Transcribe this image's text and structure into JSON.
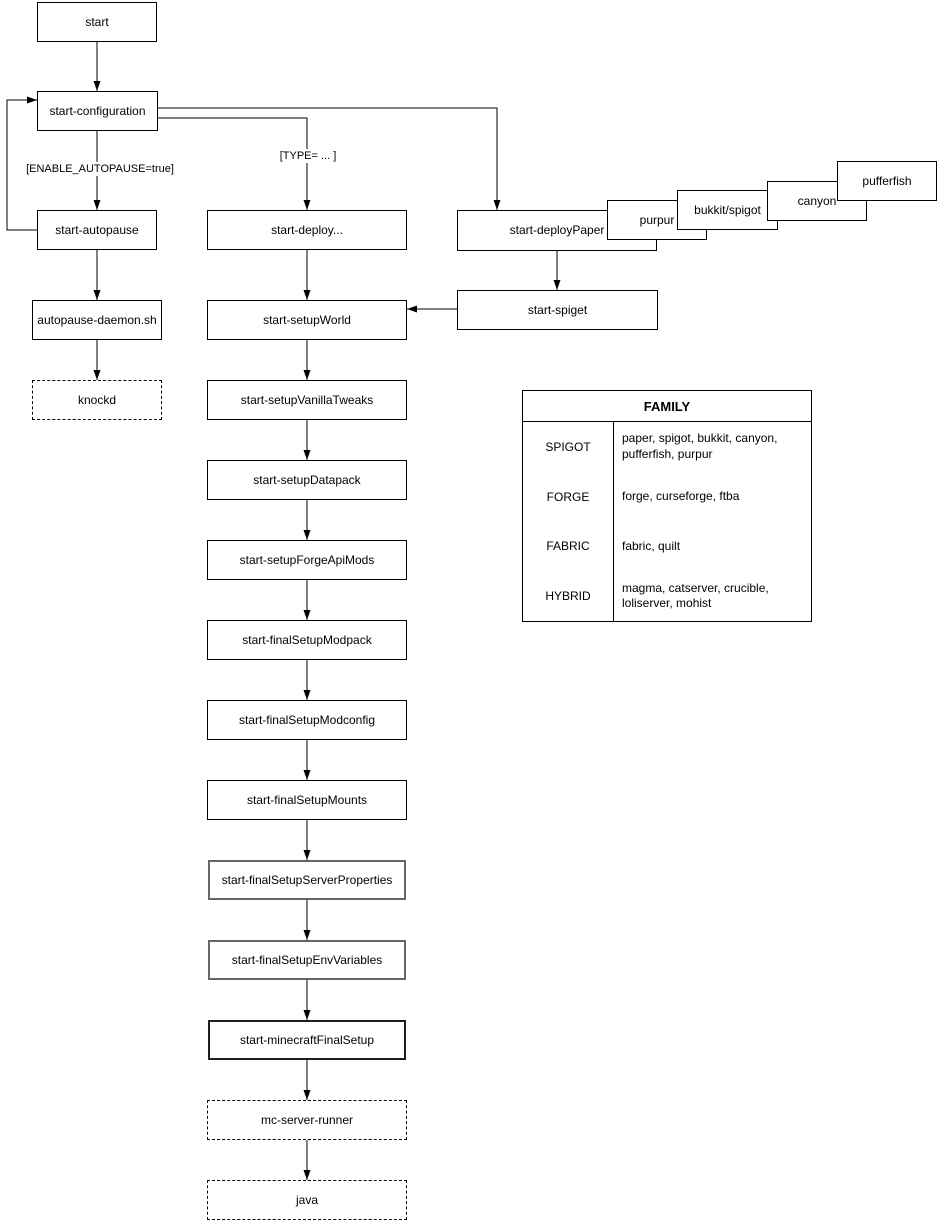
{
  "nodes": {
    "start": "start",
    "start_configuration": "start-configuration",
    "start_autopause": "start-autopause",
    "autopause_daemon": "autopause-daemon.sh",
    "knockd": "knockd",
    "start_deploy": "start-deploy...",
    "start_setupWorld": "start-setupWorld",
    "start_setupVanillaTweaks": "start-setupVanillaTweaks",
    "start_setupDatapack": "start-setupDatapack",
    "start_setupForgeApiMods": "start-setupForgeApiMods",
    "start_finalSetupModpack": "start-finalSetupModpack",
    "start_finalSetupModconfig": "start-finalSetupModconfig",
    "start_finalSetupMounts": "start-finalSetupMounts",
    "start_finalSetupServerProperties": "start-finalSetupServerProperties",
    "start_finalSetupEnvVariables": "start-finalSetupEnvVariables",
    "start_minecraftFinalSetup": "start-minecraftFinalSetup",
    "mc_server_runner": "mc-server-runner",
    "java": "java",
    "start_deployPaper": "start-deployPaper",
    "start_spiget": "start-spiget",
    "purpur": "purpur",
    "bukkit_spigot": "bukkit/spigot",
    "canyon": "canyon",
    "pufferfish": "pufferfish"
  },
  "edges": [
    {
      "from": "start",
      "to": "start-configuration"
    },
    {
      "from": "start-configuration",
      "to": "start-autopause",
      "label": "[ENABLE_AUTOPAUSE=true]"
    },
    {
      "from": "start-autopause",
      "to": "start-configuration"
    },
    {
      "from": "start-configuration",
      "to": "start-deploy...",
      "label": "[TYPE= ... ]"
    },
    {
      "from": "start-configuration",
      "to": "start-deployPaper"
    },
    {
      "from": "start-autopause",
      "to": "autopause-daemon.sh"
    },
    {
      "from": "autopause-daemon.sh",
      "to": "knockd"
    },
    {
      "from": "start-deployPaper",
      "to": "start-spiget"
    },
    {
      "from": "start-spiget",
      "to": "start-setupWorld"
    },
    {
      "from": "start-deploy...",
      "to": "start-setupWorld"
    },
    {
      "from": "start-setupWorld",
      "to": "start-setupVanillaTweaks"
    },
    {
      "from": "start-setupVanillaTweaks",
      "to": "start-setupDatapack"
    },
    {
      "from": "start-setupDatapack",
      "to": "start-setupForgeApiMods"
    },
    {
      "from": "start-setupForgeApiMods",
      "to": "start-finalSetupModpack"
    },
    {
      "from": "start-finalSetupModpack",
      "to": "start-finalSetupModconfig"
    },
    {
      "from": "start-finalSetupModconfig",
      "to": "start-finalSetupMounts"
    },
    {
      "from": "start-finalSetupMounts",
      "to": "start-finalSetupServerProperties"
    },
    {
      "from": "start-finalSetupServerProperties",
      "to": "start-finalSetupEnvVariables"
    },
    {
      "from": "start-finalSetupEnvVariables",
      "to": "start-minecraftFinalSetup"
    },
    {
      "from": "start-minecraftFinalSetup",
      "to": "mc-server-runner"
    },
    {
      "from": "mc-server-runner",
      "to": "java"
    }
  ],
  "family_table": {
    "title": "FAMILY",
    "rows": [
      {
        "family": "SPIGOT",
        "members": "paper, spigot, bukkit, canyon, pufferfish, purpur"
      },
      {
        "family": "FORGE",
        "members": "forge, curseforge, ftba"
      },
      {
        "family": "FABRIC",
        "members": "fabric, quilt"
      },
      {
        "family": "HYBRID",
        "members": "magma, catserver, crucible, loliserver, mohist"
      }
    ]
  },
  "colors": {
    "line": "#000000",
    "box_border": "#000000",
    "highlight_border": "#666666",
    "background": "#ffffff",
    "text": "#000000"
  }
}
